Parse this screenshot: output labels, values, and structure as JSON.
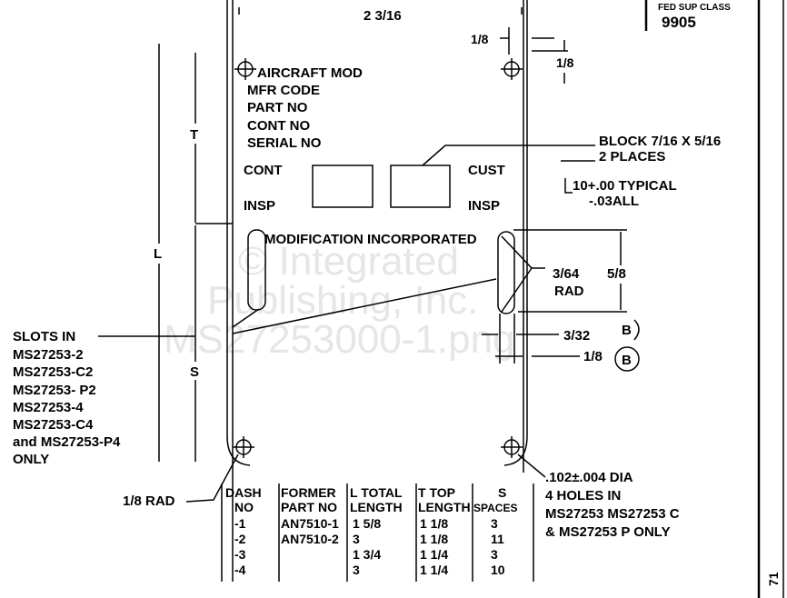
{
  "title_block": {
    "label": "FED SUP CLASS",
    "value": "9905"
  },
  "dimensions": {
    "width": "2 3/16",
    "hole_offset_x": "1/8",
    "hole_offset_y": "1/8",
    "T": "T",
    "L": "L",
    "S": "S",
    "slot_rad": "3/64",
    "slot_rad_label": "RAD",
    "slot_length": "5/8",
    "slot_width": "3/32",
    "slot_edge": "1/8",
    "datum_b": "B",
    "corner_rad": "1/8 RAD"
  },
  "plate": {
    "lines": [
      "AIRCRAFT MOD",
      "MFR CODE",
      "PART NO",
      "CONT NO",
      "SERIAL NO"
    ],
    "cont": "CONT",
    "insp_left": "INSP",
    "cust": "CUST",
    "insp_right": "INSP",
    "modification": "MODIFICATION INCORPORATED"
  },
  "notes": {
    "block": [
      "BLOCK 7/16 X 5/16",
      "2 PLACES"
    ],
    "typical": [
      "10+.00 TYPICAL",
      "-.03ALL"
    ],
    "slots": [
      "SLOTS IN",
      "MS27253-2",
      "MS27253-C2",
      "MS27253- P2",
      "MS27253-4",
      "MS27253-C4",
      "and MS27253-P4",
      "ONLY"
    ],
    "holes": [
      ".102±.004 DIA",
      "4 HOLES IN",
      "MS27253  MS27253 C",
      "& MS27253  P ONLY"
    ]
  },
  "table": {
    "headers": [
      [
        "DASH",
        "NO"
      ],
      [
        "FORMER",
        "PART NO"
      ],
      [
        "L TOTAL",
        "LENGTH"
      ],
      [
        "T TOP",
        "LENGTH"
      ],
      [
        "S",
        "SPACES"
      ]
    ],
    "rows": [
      [
        "-1",
        "AN7510-1",
        "1 5/8",
        "1 1/8",
        "3"
      ],
      [
        "-2",
        "AN7510-2",
        "3",
        "1 1/8",
        "11"
      ],
      [
        "-3",
        "",
        "1 3/4",
        "1 1/4",
        "3"
      ],
      [
        "-4",
        "",
        "3",
        "1 1/4",
        "10"
      ]
    ]
  },
  "sheet_number": "71",
  "watermark": [
    "© Integrated",
    "Publishing, Inc.",
    "MS27253000-1.png"
  ]
}
